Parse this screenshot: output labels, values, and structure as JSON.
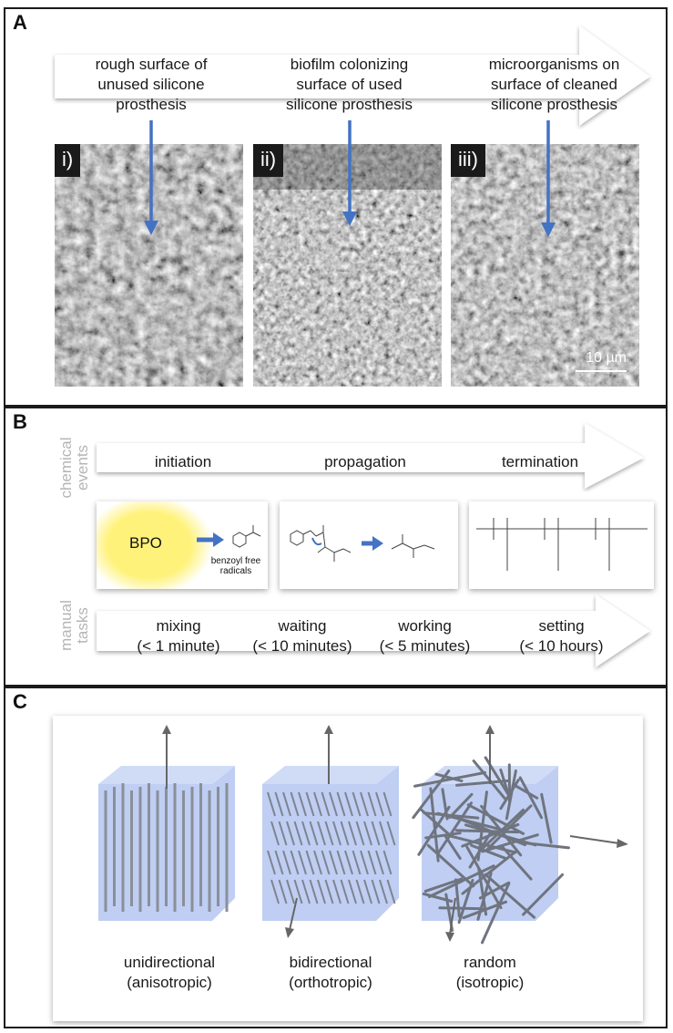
{
  "panel_a": {
    "label": "A",
    "stages": [
      {
        "text": "rough surface of\nunused silicone\nprosthesis",
        "tag": "i)"
      },
      {
        "text": "biofilm colonizing\nsurface of used\nsilicone prosthesis",
        "tag": "ii)"
      },
      {
        "text": "microorganisms on\nsurface of cleaned\nsilicone prosthesis",
        "tag": "iii)"
      }
    ],
    "scalebar": "10 µm"
  },
  "panel_b": {
    "label": "B",
    "chemical_title": "chemical\nevents",
    "events": [
      "initiation",
      "propagation",
      "termination"
    ],
    "bpo": "BPO",
    "radicals": "benzoyl free\nradicals",
    "manual_title": "manual\ntasks",
    "tasks": [
      {
        "name": "mixing",
        "time": "(< 1 minute)"
      },
      {
        "name": "waiting",
        "time": "(< 10 minutes)"
      },
      {
        "name": "working",
        "time": "(< 5 minutes)"
      },
      {
        "name": "setting",
        "time": "(< 10 hours)"
      }
    ]
  },
  "panel_c": {
    "label": "C",
    "types": [
      {
        "name": "unidirectional",
        "sub": "(anisotropic)"
      },
      {
        "name": "bidirectional",
        "sub": "(orthotropic)"
      },
      {
        "name": "random",
        "sub": "(isotropic)"
      }
    ]
  },
  "colors": {
    "arrow_blue": "#4472c4",
    "cube_blue": "#b4c6f0",
    "glow_yellow": "#fff27a"
  }
}
